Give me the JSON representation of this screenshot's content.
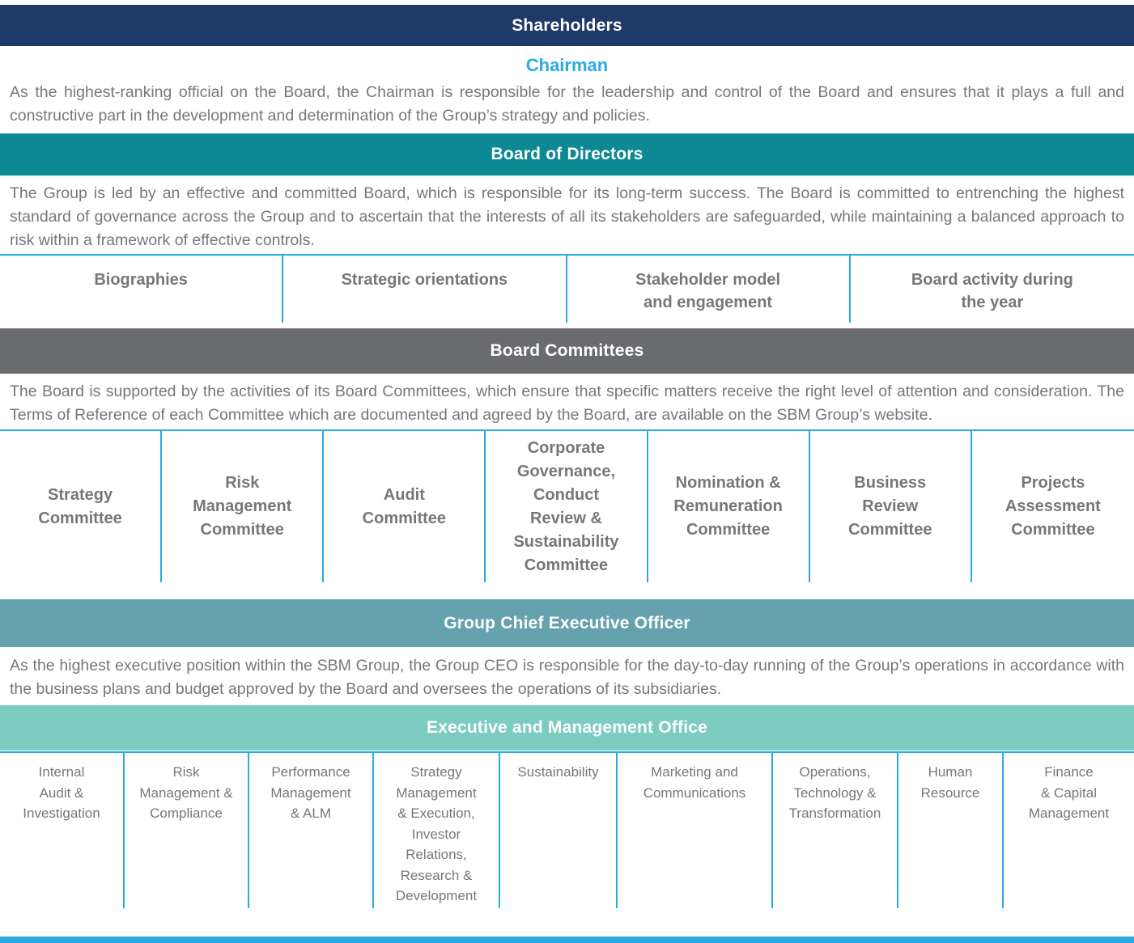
{
  "colors": {
    "navy": "#203a68",
    "teal": "#0d8994",
    "gray_bar": "#6a6b6e",
    "steel_blue": "#66a1ae",
    "mint": "#7cccc1",
    "accent_cyan": "#29abe2",
    "body_text_gray": "#76777a"
  },
  "shareholders": {
    "title": "Shareholders"
  },
  "chairman": {
    "title": "Chairman",
    "description": "As the highest-ranking official on the Board, the Chairman is responsible for the leadership and control of the Board and ensures that it plays a full and constructive part in the development and determination of the Group’s strategy and policies."
  },
  "board": {
    "title": "Board of Directors",
    "description": "The Group is led by an effective and committed Board, which is responsible for its long-term success. The Board is committed to entrenching the highest standard of governance across the Group and to ascertain that the interests of all its stakeholders are safeguarded, while maintaining a balanced approach to risk within a framework of effective controls.",
    "links": [
      {
        "label": "Biographies"
      },
      {
        "label": "Strategic orientations"
      },
      {
        "label": "Stakeholder model\nand engagement"
      },
      {
        "label": "Board activity during\nthe year"
      }
    ]
  },
  "committees": {
    "title": "Board Committees",
    "description": "The Board is supported by the activities of its Board Committees, which ensure that specific matters receive the right level of attention and consideration. The Terms of Reference of each Committee which are documented and agreed by the Board, are available on the SBM Group’s website.",
    "items": [
      {
        "label": "Strategy\nCommittee"
      },
      {
        "label": "Risk\nManagement\nCommittee"
      },
      {
        "label": "Audit\nCommittee"
      },
      {
        "label": "Corporate\nGovernance,\nConduct\nReview &\nSustainability\nCommittee"
      },
      {
        "label": "Nomination &\nRemuneration\nCommittee"
      },
      {
        "label": "Business\nReview\nCommittee"
      },
      {
        "label": "Projects\nAssessment\nCommittee"
      }
    ]
  },
  "ceo": {
    "title": "Group Chief Executive Officer",
    "description": "As the highest executive position within the SBM Group, the Group CEO is responsible for the day-to-day running of the Group’s operations in accordance with the business plans and budget approved by the Board and oversees the operations of its subsidiaries."
  },
  "emo": {
    "title": "Executive and Management Office",
    "units": [
      {
        "label": "Internal\nAudit &\nInvestigation"
      },
      {
        "label": "Risk\nManagement &\nCompliance"
      },
      {
        "label": "Performance\nManagement\n& ALM"
      },
      {
        "label": "Strategy\nManagement\n& Execution,\nInvestor\nRelations,\nResearch &\nDevelopment"
      },
      {
        "label": "Sustainability"
      },
      {
        "label": "Marketing and\nCommunications"
      },
      {
        "label": "Operations,\nTechnology &\nTransformation"
      },
      {
        "label": "Human\nResource"
      },
      {
        "label": "Finance\n& Capital\nManagement"
      }
    ]
  }
}
